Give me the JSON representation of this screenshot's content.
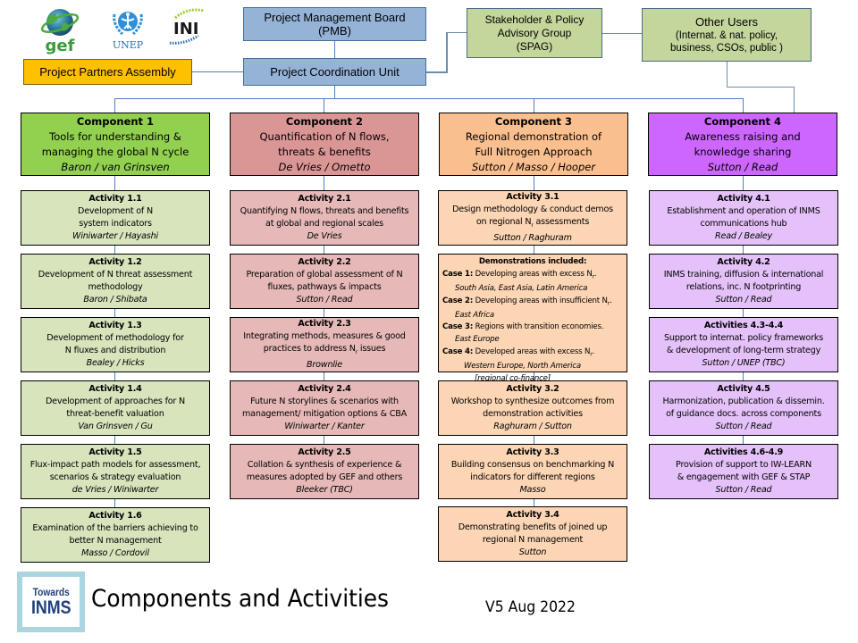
{
  "logos": {
    "gef": "gef",
    "unep": "UNEP",
    "ini": "INI"
  },
  "governance": {
    "pmb": {
      "line1": "Project Management Board",
      "line2": "(PMB)"
    },
    "pcu": {
      "label": "Project Coordination Unit"
    },
    "ppa": {
      "label": "Project Partners Assembly"
    },
    "spag": {
      "line1": "Stakeholder & Policy",
      "line2": "Advisory  Group",
      "line3": "(SPAG)"
    },
    "other_users": {
      "line1": "Other Users",
      "line2": "(Internat. & nat. policy,",
      "line3": "business, CSOs, public )"
    }
  },
  "colors": {
    "component1": "#92d050",
    "component2": "#da9694",
    "component3": "#fabf8f",
    "component4": "#cc66ff",
    "activity1": "#d7e4bc",
    "activity2": "#e6b9b8",
    "activity3": "#fcd5b4",
    "activity4": "#e4c1f9",
    "governance_blue": "#95b3d7",
    "governance_green": "#c3d69b",
    "governance_orange": "#ffc000"
  },
  "components": [
    {
      "title": "Component 1",
      "lines": [
        "Tools for understanding  &",
        "managing the global N cycle"
      ],
      "leads": "Baron / van Grinsven",
      "activities": [
        {
          "title": "Activity 1.1",
          "lines": [
            "Development of N",
            "system indicators"
          ],
          "leads": "Winiwarter / Hayashi"
        },
        {
          "title": "Activity 1.2",
          "lines": [
            "Development of N threat assessment",
            "methodology"
          ],
          "leads": "Baron / Shibata"
        },
        {
          "title": "Activity 1.3",
          "lines": [
            "Development of methodology for",
            "N fluxes and distribution"
          ],
          "leads": "Bealey / Hicks"
        },
        {
          "title": "Activity 1.4",
          "lines": [
            "Development of approaches for N",
            "threat-benefit valuation"
          ],
          "leads": "Van Grinsven / Gu"
        },
        {
          "title": "Activity 1.5",
          "lines": [
            "Flux-impact path models for assessment,",
            "scenarios & strategy evaluation"
          ],
          "leads": "de Vries / Winiwarter"
        },
        {
          "title": "Activity 1.6",
          "lines": [
            "Examination of the barriers achieving to",
            "better N management"
          ],
          "leads": "Masso / Cordovil"
        }
      ]
    },
    {
      "title": "Component 2",
      "lines": [
        "Quantification of N flows,",
        "threats & benefits"
      ],
      "leads": "De Vries / Ometto",
      "activities": [
        {
          "title": "Activity 2.1",
          "lines": [
            "Quantifying N flows, threats and benefits",
            "at global and regional scales"
          ],
          "leads": "De Vries"
        },
        {
          "title": "Activity 2.2",
          "lines": [
            "Preparation of global assessment of N",
            "fluxes, pathways & impacts"
          ],
          "leads": "Sutton  / Read"
        },
        {
          "title": "Activity 2.3",
          "lines": [
            "Integrating methods, measures & good",
            "practices to address Nr issues"
          ],
          "leads": "Brownlie"
        },
        {
          "title": "Activity 2.4",
          "lines": [
            "Future N storylines & scenarios with",
            "management/ mitigation options & CBA"
          ],
          "leads": "Winiwarter / Kanter"
        },
        {
          "title": "Activity 2.5",
          "lines": [
            "Collation & synthesis of experience &",
            "measures adopted by GEF and others"
          ],
          "leads": "Bleeker (TBC)"
        }
      ]
    },
    {
      "title": "Component 3",
      "lines": [
        "Regional demonstration  of",
        "Full Nitrogen Approach"
      ],
      "leads": "Sutton / Masso / Hooper",
      "activities": [
        {
          "title": "Activity 3.1",
          "lines": [
            "Design methodology & conduct demos",
            "on regional Nr assessments"
          ],
          "leads": "Sutton  / Raghuram"
        },
        {
          "title": "Activity 3.2",
          "lines": [
            "Workshop to synthesize outcomes from",
            "demonstration activities"
          ],
          "leads": "Raghuram  / Sutton"
        },
        {
          "title": "Activity 3.3",
          "lines": [
            "Building consensus on benchmarking N",
            "indicators for different regions"
          ],
          "leads": "Masso"
        },
        {
          "title": "Activity 3.4",
          "lines": [
            "Demonstrating benefits of joined up",
            "regional N management"
          ],
          "leads": "Sutton"
        }
      ],
      "demonstrations": {
        "heading": "Demonstrations included:",
        "cases": [
          {
            "label": "Case 1:",
            "text": "Developing areas with excess Nr.",
            "regions": "South Asia, East Asia, Latin America"
          },
          {
            "label": "Case 2:",
            "text": "Developing areas with insufficient Nr.",
            "regions": "East Africa"
          },
          {
            "label": "Case 3:",
            "text": "Regions with transition economies.",
            "regions": "East Europe"
          },
          {
            "label": "Case 4:",
            "text": "Developed areas with excess Nr.",
            "regions": "Western Europe, North America"
          }
        ],
        "note": "[regional co-finance]"
      }
    },
    {
      "title": "Component 4",
      "lines": [
        "Awareness raising and",
        "knowledge sharing"
      ],
      "leads": "Sutton / Read",
      "activities": [
        {
          "title": "Activity 4.1",
          "lines": [
            "Establishment and operation of INMS",
            "communications hub"
          ],
          "leads": "Read / Bealey"
        },
        {
          "title": "Activity 4.2",
          "lines": [
            "INMS training, diffusion & international",
            "relations, inc. N footprinting"
          ],
          "leads": "Sutton  / Read"
        },
        {
          "title": "Activities 4.3-4.4",
          "lines": [
            "Support to internat. policy frameworks",
            "& development of long-term strategy"
          ],
          "leads": "Sutton  / UNEP (TBC)"
        },
        {
          "title": "Activity 4.5",
          "lines": [
            "Harmonization, publication & dissemin.",
            "of guidance docs. across components"
          ],
          "leads": "Sutton  / Read"
        },
        {
          "title": "Activities 4.6-4.9",
          "lines": [
            "Provision of support to IW-LEARN",
            "& engagement with GEF & STAP"
          ],
          "leads": "Sutton  / Read"
        }
      ]
    }
  ],
  "footer": {
    "logo_line1": "Towards",
    "logo_line2": "INMS",
    "title": "Components and Activities",
    "version": "V5 Aug 2022"
  }
}
